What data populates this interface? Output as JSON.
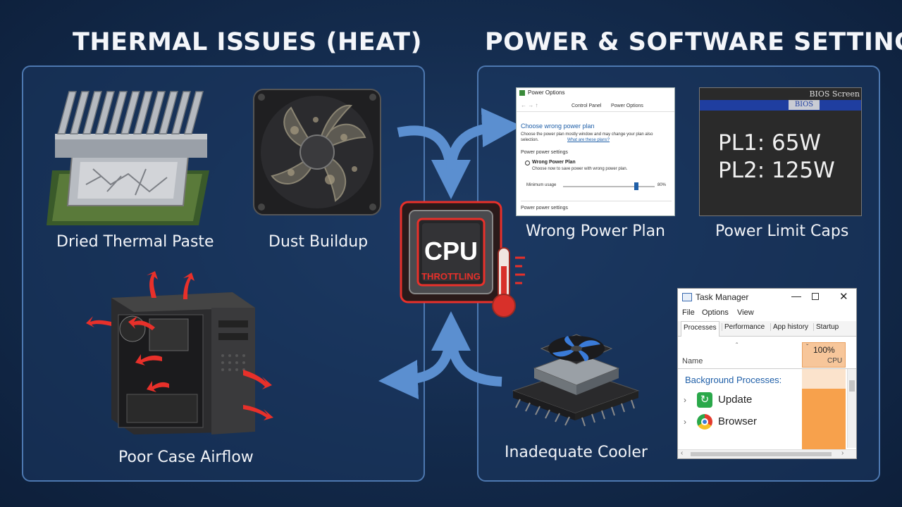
{
  "headings": {
    "thermal": "THERMAL ISSUES (HEAT)",
    "power": "POWER & SOFTWARE SETTINGS"
  },
  "thermal_items": {
    "paste": "Dried Thermal Paste",
    "dust": "Dust Buildup",
    "airflow": "Poor Case Airflow"
  },
  "power_items": {
    "plan": "Wrong Power Plan",
    "caps": "Power Limit Caps",
    "cooler": "Inadequate Cooler"
  },
  "center": {
    "chip": "CPU",
    "status": "THROTTLING"
  },
  "power_options": {
    "title": "Power Options",
    "path1": "Control Panel",
    "path2": "Power Options",
    "heading": "Choose wrong power plan",
    "desc1": "Choose the power plan mostly window and may change your plan also",
    "desc2": "selection.",
    "link": "What are these plans?",
    "section": "Power power settings",
    "plan_name": "Wrong Power Plan",
    "plan_desc": "Choose now to save power with wrong power plan.",
    "slider_label": "Minimum usage",
    "slider_value": "80%",
    "slider_fraction": 0.8,
    "footer": "Power power settings"
  },
  "bios": {
    "title": "BIOS Screen",
    "bar": "BIOS",
    "pl1": "PL1: 65W",
    "pl2": "PL2: 125W"
  },
  "task_manager": {
    "title": "Task Manager",
    "menu": [
      "File",
      "Options",
      "View"
    ],
    "tabs": [
      "Processes",
      "Performance",
      "App history",
      "Startup"
    ],
    "cpu_pct": "100%",
    "cpu_label": "CPU",
    "name_col": "Name",
    "group": "Background Processes:",
    "procs": [
      "Update",
      "Browser"
    ]
  },
  "colors": {
    "accent_red": "#e8302a",
    "arrow_blue": "#5b8fd0",
    "panel_border": "#4d78b0",
    "cpu_column": "#f7a14c"
  }
}
